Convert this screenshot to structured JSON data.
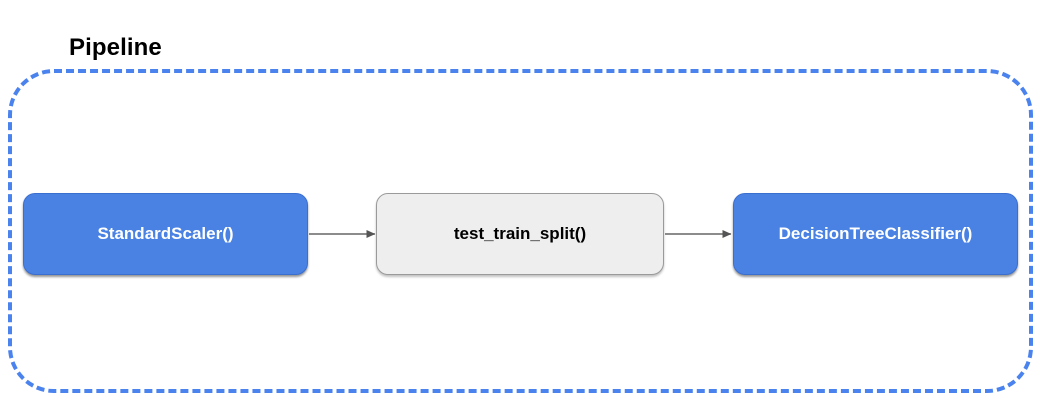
{
  "diagram": {
    "title": "Pipeline",
    "background_color": "#ffffff",
    "group": {
      "label": "Pipeline",
      "border_color": "#4a82ee",
      "border_style": "dashed"
    },
    "nodes": [
      {
        "id": "scaler",
        "label": "StandardScaler()",
        "fill": "#4a82e3",
        "text_color": "#ffffff",
        "shape": "rounded-rectangle"
      },
      {
        "id": "split",
        "label": "test_train_split()",
        "fill": "#eeeeee",
        "text_color": "#000000",
        "shape": "rounded-rectangle"
      },
      {
        "id": "classifier",
        "label": "DecisionTreeClassifier()",
        "fill": "#4a82e3",
        "text_color": "#ffffff",
        "shape": "rounded-rectangle"
      }
    ],
    "edges": [
      {
        "from": "scaler",
        "to": "split",
        "label": "",
        "color": "#666666",
        "arrowhead": "solid-triangle"
      },
      {
        "from": "split",
        "to": "classifier",
        "label": "",
        "color": "#666666",
        "arrowhead": "solid-triangle"
      }
    ]
  }
}
